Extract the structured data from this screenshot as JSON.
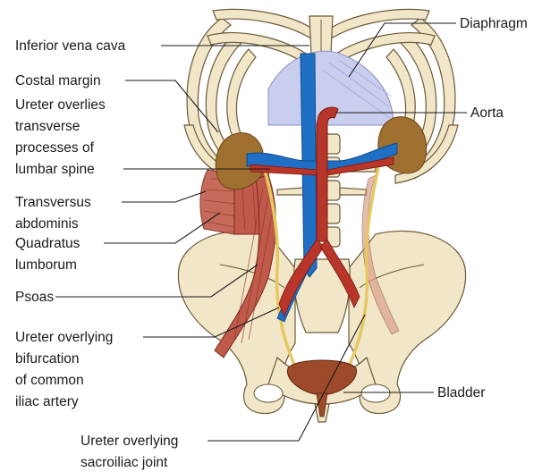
{
  "labels": {
    "inferior_vena_cava": "Inferior vena cava",
    "costal_margin": "Costal margin",
    "ureter_overlies_1": "Ureter overlies",
    "ureter_overlies_2": "transverse",
    "ureter_overlies_3": "processes of",
    "ureter_overlies_4": "lumbar spine",
    "transversus_1": "Transversus",
    "transversus_2": "abdominis",
    "quadratus_1": "Quadratus",
    "quadratus_2": "lumborum",
    "psoas": "Psoas",
    "ureter_bifurcation_1": "Ureter overlying",
    "ureter_bifurcation_2": "bifurcation",
    "ureter_bifurcation_3": "of common",
    "ureter_bifurcation_4": "iliac artery",
    "ureter_sacroiliac_1": "Ureter overlying",
    "ureter_sacroiliac_2": "sacroiliac joint",
    "diaphragm": "Diaphragm",
    "aorta": "Aorta",
    "bladder": "Bladder"
  },
  "colors": {
    "bone": "#f1e6c7",
    "vena_cava": "#1f6fc4",
    "aorta": "#b8352a",
    "muscle": "#c05a4a",
    "diaphragm": "#c9cdee",
    "kidney": "#a07030",
    "ureter": "#e6c860",
    "bladder": "#9c4a2a"
  }
}
